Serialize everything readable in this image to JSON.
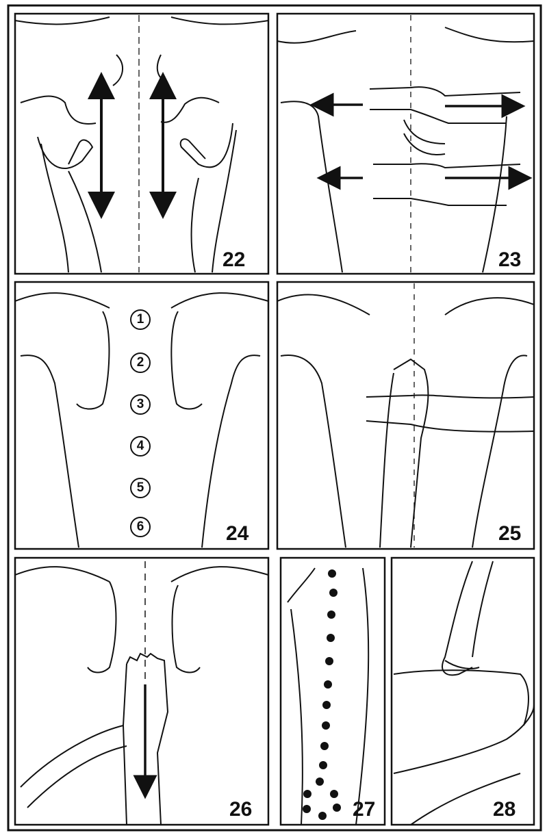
{
  "panels": [
    {
      "number": "22",
      "description": "stroking upward and downward alongside spine"
    },
    {
      "number": "23",
      "description": "hands moving outward in opposite directions"
    },
    {
      "number": "24",
      "description": "numbered points along spine"
    },
    {
      "number": "25",
      "description": "stacked hands on lower back"
    },
    {
      "number": "26",
      "description": "hand stroke down the spine"
    },
    {
      "number": "27",
      "description": "dotted points down the leg"
    },
    {
      "number": "28",
      "description": "hand pressing thigh"
    }
  ],
  "spine_points": [
    "1",
    "2",
    "3",
    "4",
    "5",
    "6"
  ],
  "colors": {
    "ink": "#111111",
    "paper": "#ffffff"
  }
}
